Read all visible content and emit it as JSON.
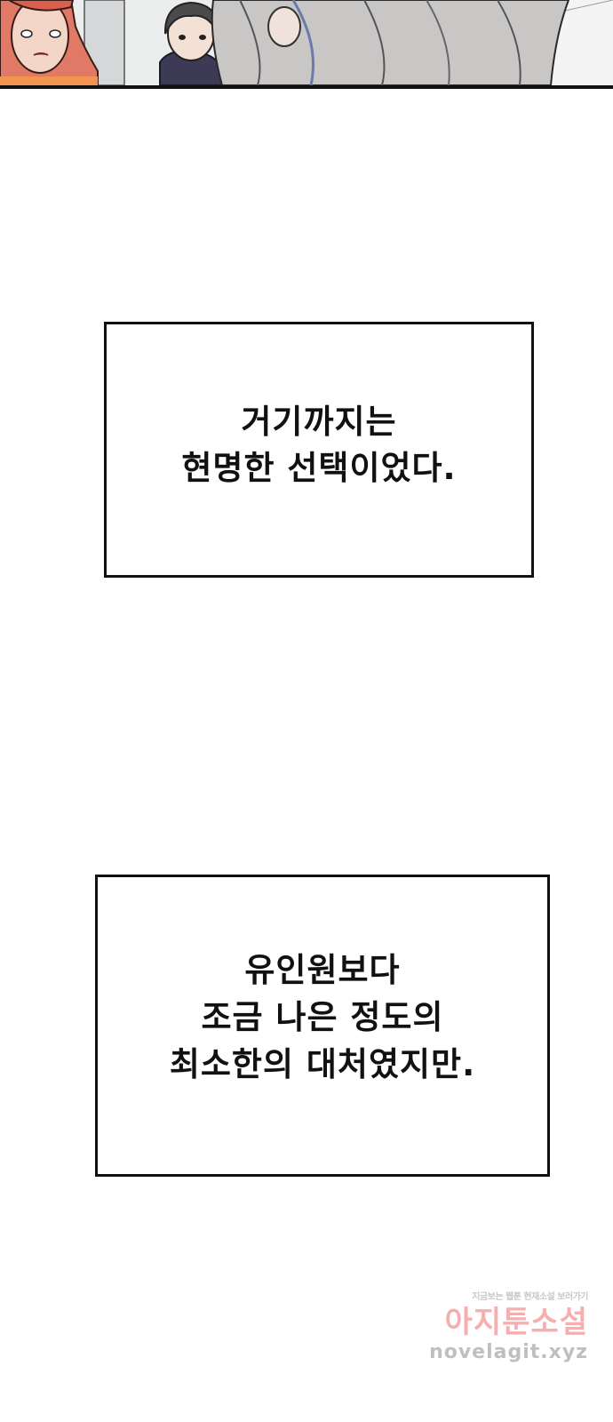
{
  "panels": {
    "narration_1": {
      "lines": [
        "거기까지는",
        "현명한 선택이었다."
      ]
    },
    "narration_2": {
      "lines": [
        "유인원보다",
        "조금 나은 정도의",
        "최소한의 대처였지만."
      ]
    }
  },
  "watermark": {
    "tagline": "지금보는 웹툰 현재소설 보러가기",
    "brand": "아지툰소설",
    "url": "novelagit.xyz"
  },
  "colors": {
    "border": "#111111",
    "watermark_brand": "#f26d6d"
  }
}
